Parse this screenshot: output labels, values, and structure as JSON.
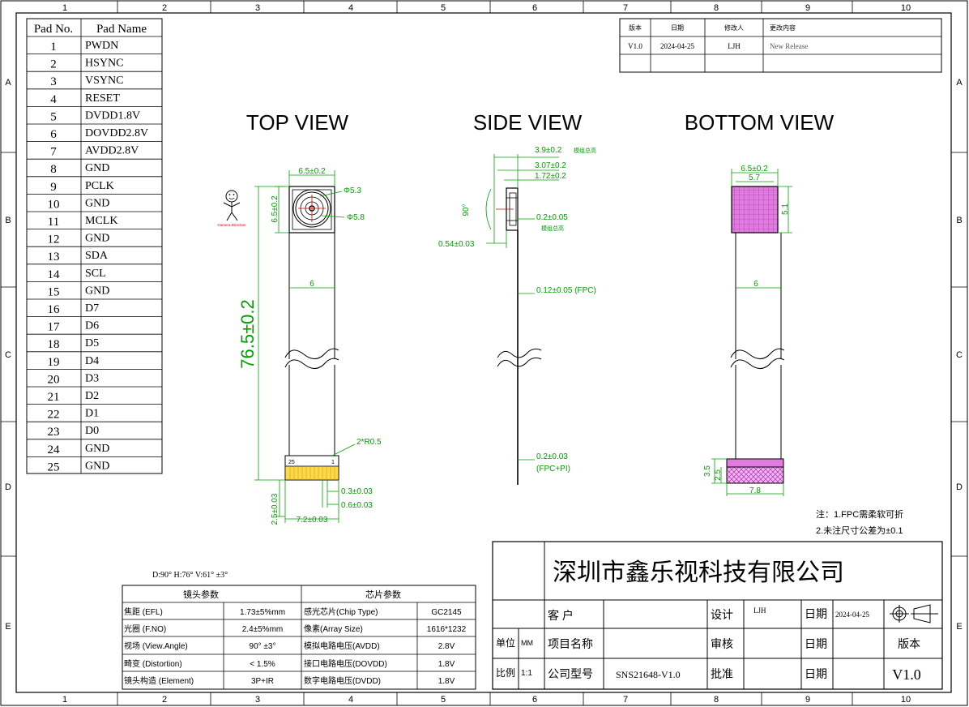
{
  "frame": {
    "columns": [
      "1",
      "2",
      "3",
      "4",
      "5",
      "6",
      "7",
      "8",
      "9",
      "10"
    ],
    "rows": [
      "A",
      "B",
      "C",
      "D",
      "E"
    ]
  },
  "revision_table": {
    "headers": [
      "版本",
      "日期",
      "修改人",
      "更改内容"
    ],
    "row": [
      "V1.0",
      "2024-04-25",
      "LJH",
      "New Release"
    ]
  },
  "pad_table": {
    "headers": [
      "Pad No.",
      "Pad Name"
    ],
    "rows": [
      [
        "1",
        "PWDN"
      ],
      [
        "2",
        "HSYNC"
      ],
      [
        "3",
        "VSYNC"
      ],
      [
        "4",
        "RESET"
      ],
      [
        "5",
        "DVDD1.8V"
      ],
      [
        "6",
        "DOVDD2.8V"
      ],
      [
        "7",
        "AVDD2.8V"
      ],
      [
        "8",
        "GND"
      ],
      [
        "9",
        "PCLK"
      ],
      [
        "10",
        "GND"
      ],
      [
        "11",
        "MCLK"
      ],
      [
        "12",
        "GND"
      ],
      [
        "13",
        "SDA"
      ],
      [
        "14",
        "SCL"
      ],
      [
        "15",
        "GND"
      ],
      [
        "16",
        "D7"
      ],
      [
        "17",
        "D6"
      ],
      [
        "18",
        "D5"
      ],
      [
        "19",
        "D4"
      ],
      [
        "20",
        "D3"
      ],
      [
        "21",
        "D2"
      ],
      [
        "22",
        "D1"
      ],
      [
        "23",
        "D0"
      ],
      [
        "24",
        "GND"
      ],
      [
        "25",
        "GND"
      ]
    ]
  },
  "views": {
    "top": "TOP VIEW",
    "side": "SIDE VIEW",
    "bottom": "BOTTOM VIEW"
  },
  "top_dims": {
    "width": "6.5±0.2",
    "height": "6.5±0.2",
    "d1": "Φ5.3",
    "d2": "Φ5.8",
    "fpc_width": "6",
    "length": "76.5±0.2",
    "radius": "2*R0.5",
    "pin_first": "25",
    "pin_last": "1",
    "pitch": "0.3±0.03",
    "pad_w": "0.6±0.03",
    "conn_h": "2.5±0.03",
    "conn_w": "7.2±0.03",
    "camera_direction": "Camera Direction"
  },
  "side_dims": {
    "total": "3.9±0.2",
    "total_note": "模组总高",
    "d2": "3.07±0.2",
    "d3": "1.72±0.2",
    "angle": "90°",
    "base": "0.2±0.05",
    "base_note": "模组总高",
    "lens_base": "0.54±0.03",
    "fpc": "0.12±0.05 (FPC)",
    "fpc_pi": "0.2±0.03",
    "fpc_pi_note": "(FPC+PI)"
  },
  "bottom_dims": {
    "width": "6.5±0.2",
    "inner": "5.7",
    "side": "5.1",
    "fpc_width": "6",
    "h1": "3.5",
    "h2": "2.5",
    "conn_w": "7.8"
  },
  "notes": [
    "注：1.FPC需柔软可折",
    "2.未注尺寸公差为±0.1"
  ],
  "fov": "D:90° H:76° V:61° ±3°",
  "lens_table": {
    "header_left": "镜头参数",
    "header_right": "芯片参数",
    "rows": [
      [
        "焦距 (EFL)",
        "1.73±5%mm",
        "感光芯片(Chip Type)",
        "GC2145"
      ],
      [
        "光圈 (F.NO)",
        "2.4±5%mm",
        "像素(Array Size)",
        "1616*1232"
      ],
      [
        "视场 (View.Angle)",
        "90° ±3°",
        "模拟电路电压(AVDD)",
        "2.8V"
      ],
      [
        "畸变 (Distortion)",
        "< 1.5%",
        "接口电路电压(DOVDD)",
        "1.8V"
      ],
      [
        "镜头构造 (Element)",
        "3P+IR",
        "数字电路电压(DVDD)",
        "1.8V"
      ]
    ]
  },
  "title_block": {
    "company": "深圳市鑫乐视科技有限公司",
    "customer_label": "客    户",
    "design_label": "设计",
    "design_value": "LJH",
    "date_label": "日期",
    "date_value": "2024-04-25",
    "unit_label": "单位",
    "unit_value": "MM",
    "project_label": "项目名称",
    "review_label": "审核",
    "date2_label": "日期",
    "version_label": "版本",
    "scale_label": "比例",
    "scale_value": "1:1",
    "model_label": "公司型号",
    "model_value": "SNS21648-V1.0",
    "approve_label": "批准",
    "date3_label": "日期",
    "version_value": "V1.0"
  },
  "colors": {
    "dim": "#00a000",
    "pad_fill": "#e07be0",
    "connector": "#ffd84a",
    "red": "#d00000"
  }
}
